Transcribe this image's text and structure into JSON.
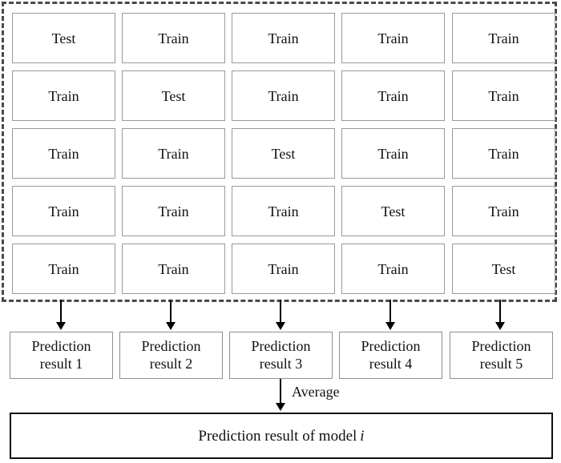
{
  "diagram": {
    "title": "K-fold cross-validation prediction averaging diagram",
    "colors": {
      "dashed_border": "#4a4a4a",
      "cell_border": "#9a9a9a",
      "pred_border": "#8f8f8f",
      "final_border": "#111111",
      "arrow": "#000000",
      "text": "#111111",
      "background": "#ffffff"
    },
    "cv_block": {
      "name": "cross-validation-folds",
      "rows": 5,
      "columns": 5,
      "labels": {
        "train": "Train",
        "test": "Test"
      },
      "grid": [
        [
          "Test",
          "Train",
          "Train",
          "Train",
          "Train"
        ],
        [
          "Train",
          "Test",
          "Train",
          "Train",
          "Train"
        ],
        [
          "Train",
          "Train",
          "Test",
          "Train",
          "Train"
        ],
        [
          "Train",
          "Train",
          "Train",
          "Test",
          "Train"
        ],
        [
          "Train",
          "Train",
          "Train",
          "Train",
          "Test"
        ]
      ]
    },
    "predictions": [
      {
        "line1": "Prediction",
        "line2": "result 1"
      },
      {
        "line1": "Prediction",
        "line2": "result 2"
      },
      {
        "line1": "Prediction",
        "line2": "result 3"
      },
      {
        "line1": "Prediction",
        "line2": "result 4"
      },
      {
        "line1": "Prediction",
        "line2": "result 5"
      }
    ],
    "average_label": "Average",
    "final_result": {
      "text": "Prediction result of model",
      "model_index": "i"
    }
  }
}
